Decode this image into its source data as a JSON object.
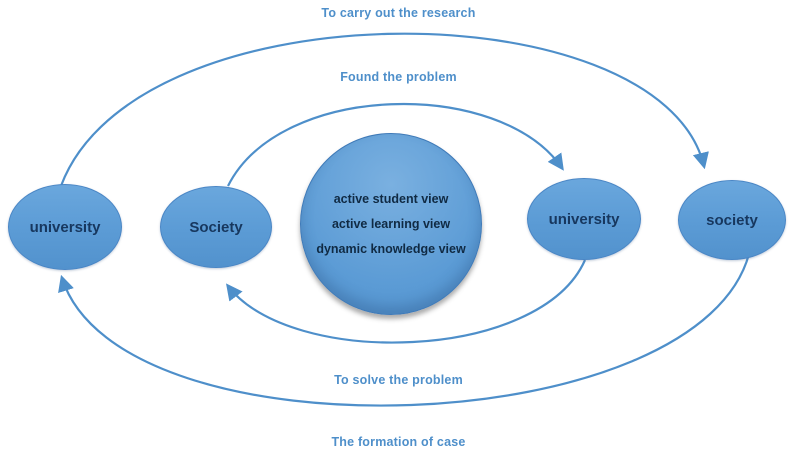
{
  "diagram": {
    "labels": {
      "outer_top": "To carry out the research",
      "inner_top": "Found the problem",
      "inner_bottom": "To solve the problem",
      "outer_bottom": "The formation of case"
    },
    "nodes": {
      "university_left": "university",
      "society_left": "Society",
      "university_right": "university",
      "society_right": "society"
    },
    "center": {
      "lines": [
        "active student view",
        "active learning view",
        "dynamic knowledge view"
      ]
    },
    "colors": {
      "node_fill": "#5b9bd5",
      "node_border": "#4a86c5",
      "arrow": "#4e8fca",
      "label_text": "#4e8fca",
      "node_text": "#17375e",
      "center_text": "#102a43"
    }
  }
}
